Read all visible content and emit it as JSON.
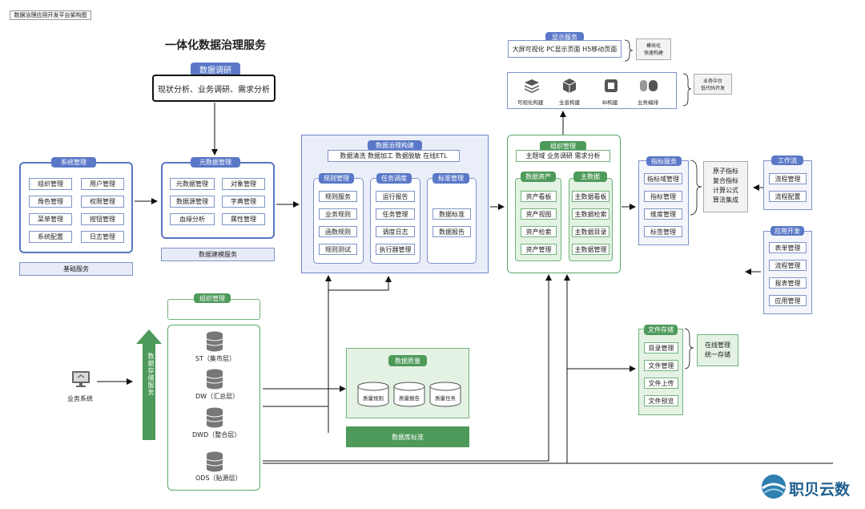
{
  "header": {
    "tag": "数据治理应用开发平台架构图"
  },
  "main_title": "一体化数据治理服务",
  "research": {
    "title": "数据调研",
    "content": "现状分析、业务调研、需求分析"
  },
  "system_mgmt": {
    "title": "系统管理",
    "items": [
      "组织管理",
      "用户管理",
      "角色管理",
      "权限管理",
      "菜单管理",
      "按钮管理",
      "系统配置",
      "日志管理"
    ],
    "footer": "基础服务"
  },
  "metadata_mgmt": {
    "title": "元数据管理",
    "items": [
      "元数据管理",
      "对象管理",
      "数据源管理",
      "字典管理",
      "血缘分析",
      "属性管理"
    ],
    "footer": "数据建模服务"
  },
  "governance": {
    "title": "数据治理构建",
    "subtitle": "数据清洗  数据加工  数据脱敏  在线ETL",
    "rules": {
      "title": "规则管理",
      "items": [
        "规则服务",
        "业务规则",
        "函数规则",
        "规则测试"
      ]
    },
    "tasks": {
      "title": "任务调度",
      "items": [
        "运行报告",
        "任务管理",
        "调度日志",
        "执行器管理"
      ]
    },
    "standards": {
      "title": "标准管理",
      "items": [
        "数据标准",
        "数据报告"
      ]
    }
  },
  "org_mgmt": {
    "title": "组织管理",
    "subtitle": "主题域  业务调研  需求分析",
    "assets": {
      "title": "数据资产",
      "items": [
        "资产看板",
        "资产视图",
        "资产检索",
        "资产管理"
      ]
    },
    "master": {
      "title": "主数据",
      "items": [
        "主数据看板",
        "主数据检索",
        "主数据目录",
        "主数据管理"
      ]
    }
  },
  "display": {
    "title": "显示服务",
    "content": "大屏可视化  PC显示页面  H5移动页面",
    "note_line1": "模块化",
    "note_line2": "快速构建"
  },
  "tools": {
    "items": [
      "可视化构建",
      "全息构建",
      "BI构建",
      "业务编排"
    ],
    "note_line1": "业务中台",
    "note_line2": "低代码开发"
  },
  "indicator": {
    "title": "指标服务",
    "items": [
      "指标域管理",
      "指标管理",
      "维度管理",
      "标签管理"
    ],
    "note": [
      "原子指标",
      "复合指标",
      "计算公式",
      "算法集成"
    ]
  },
  "workflow": {
    "title": "工作流",
    "items": [
      "流程管理",
      "流程配置"
    ]
  },
  "app_dev": {
    "title": "应用开发",
    "items": [
      "表单管理",
      "流程管理",
      "报表管理",
      "应用管理"
    ]
  },
  "warehouse": {
    "org_label": "组织管理",
    "side_label": "数据存储服务",
    "layers": [
      "ST（集市层）",
      "DW（汇总层）",
      "DWD（整合层）",
      "ODS（贴源层）"
    ]
  },
  "source": {
    "label": "业务系统"
  },
  "quality": {
    "title": "数据质量",
    "items": [
      "质量规则",
      "质量报告",
      "质量任务"
    ],
    "footer": "数据库标准"
  },
  "file_storage": {
    "title": "文件存储",
    "items": [
      "目录管理",
      "文件管理",
      "文件上传",
      "文件预览"
    ],
    "note_line1": "在线管理",
    "note_line2": "统一存储"
  },
  "brand": {
    "name": "职贝云数"
  }
}
